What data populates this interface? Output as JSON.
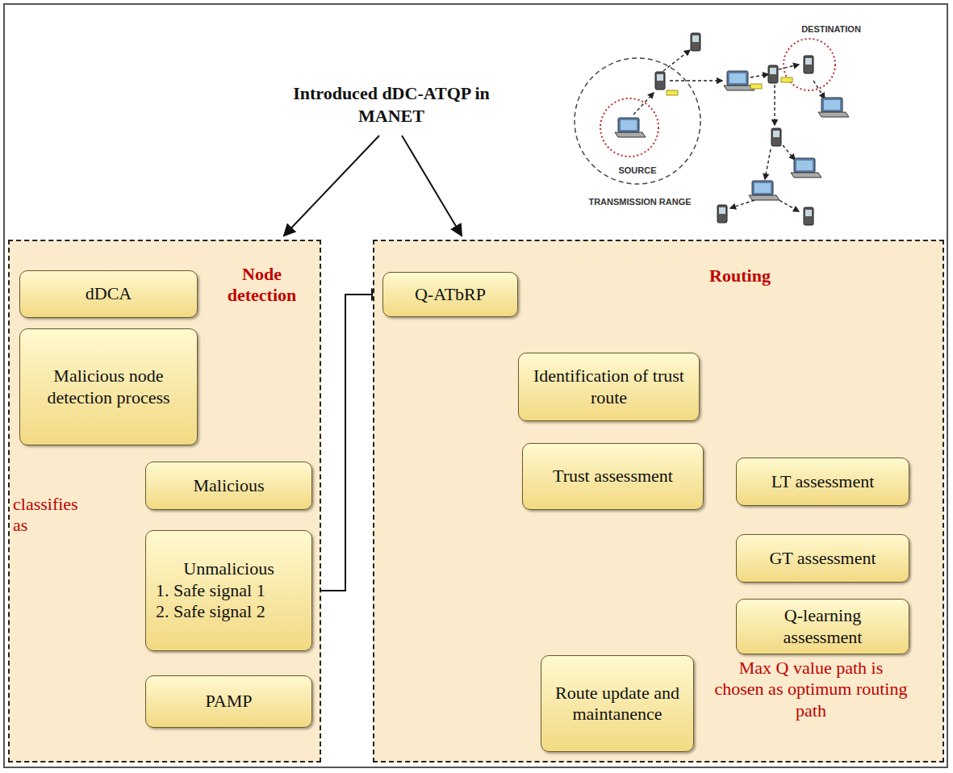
{
  "diagram": {
    "title": "Introduced dDC-ATQP in MANET",
    "nodes": [
      {
        "text": [
          "Node detection"
        ]
      },
      {
        "text": [
          "dDCA"
        ],
        "in": 0
      },
      {
        "text": [
          "Malicious node detection process"
        ],
        "in": 0
      },
      {
        "text": [
          "Malicious"
        ],
        "in": 0
      },
      {
        "text": [
          "Unmalicious",
          "1. Safe signal 1",
          "2. Safe signal 2"
        ],
        "in": 0
      },
      {
        "text": [
          "PAMP"
        ],
        "in": 0
      },
      {
        "text": [
          "Routing"
        ]
      },
      {
        "text": [
          "Q-ATbRP"
        ],
        "in": 6
      },
      {
        "text": [
          "Identification of trust route"
        ],
        "in": 6
      },
      {
        "text": [
          "Trust assessment"
        ],
        "in": 6
      },
      {
        "text": [
          "LT assessment"
        ],
        "in": 6
      },
      {
        "text": [
          "GT assessment"
        ],
        "in": 6
      },
      {
        "text": [
          "Q-learning assessment"
        ],
        "in": 6
      },
      {
        "text": [
          "Route update and maintanence"
        ],
        "in": 6
      }
    ],
    "edges": [
      {
        "from": 1,
        "to": 2,
        "arrow": "to"
      },
      {
        "from": 2,
        "to": 3,
        "arrow": "to"
      },
      {
        "from": 2,
        "to": 4,
        "arrow": "to"
      },
      {
        "from": 2,
        "to": 5,
        "arrow": "to"
      },
      {
        "from": 4,
        "to": 7,
        "arrow": "to"
      },
      {
        "from": 7,
        "to": 8,
        "arrow": "to"
      },
      {
        "from": 7,
        "to": 9,
        "arrow": "to"
      },
      {
        "from": 7,
        "to": 13,
        "arrow": "to"
      },
      {
        "from": 9,
        "to": 10,
        "arrow": "to"
      },
      {
        "from": 9,
        "to": 11,
        "arrow": "to"
      },
      {
        "from": 9,
        "to": 12,
        "arrow": "to"
      },
      {
        "from": 12,
        "to": 13,
        "label": "Max Q value path is chosen as optimum routing path",
        "arrow": "to"
      }
    ],
    "labels": [
      "classifies as",
      "DESTINATION",
      "SOURCE",
      "TRANSMISSION RANGE"
    ]
  }
}
